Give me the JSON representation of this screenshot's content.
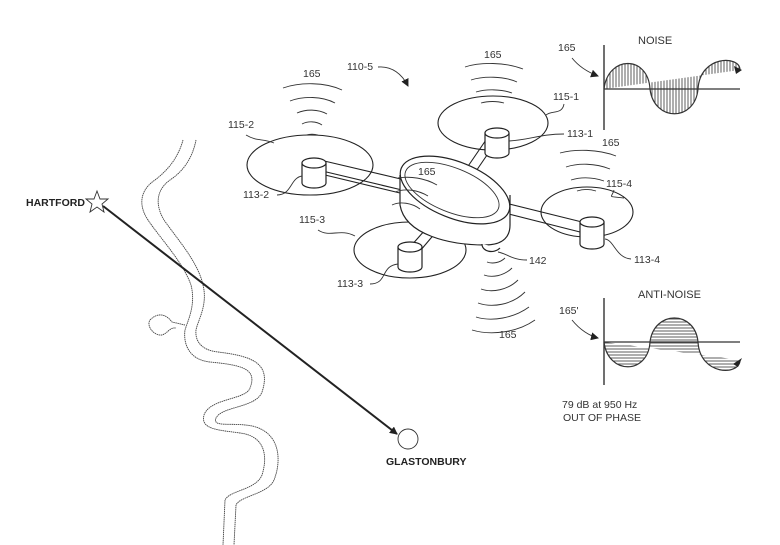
{
  "figure": {
    "type": "patent-diagram",
    "subject": "aerial vehicle active noise cancellation"
  },
  "map": {
    "origin": {
      "label": "HARTFORD",
      "marker": "star-icon"
    },
    "destination": {
      "label": "GLASTONBURY",
      "marker": "circle-icon"
    },
    "river": "river-icon"
  },
  "vehicle": {
    "ref": "110-5",
    "body_noise_ref": "165",
    "sensor_ref": "142",
    "propellers": [
      {
        "prop_ref": "115-1",
        "motor_ref": "113-1",
        "noise_ref": "165"
      },
      {
        "prop_ref": "115-2",
        "motor_ref": "113-2",
        "noise_ref": "165"
      },
      {
        "prop_ref": "115-3",
        "motor_ref": "113-3"
      },
      {
        "prop_ref": "115-4",
        "motor_ref": "113-4",
        "noise_ref": "165"
      }
    ],
    "bottom_noise_ref": "165"
  },
  "noise_chart": {
    "title": "NOISE",
    "ref": "165",
    "hatch": "vertical"
  },
  "anti_noise_chart": {
    "title": "ANTI-NOISE",
    "ref": "165'",
    "hatch": "horizontal",
    "caption_line1": "79 dB at 950 Hz",
    "caption_line2": "OUT OF PHASE"
  }
}
